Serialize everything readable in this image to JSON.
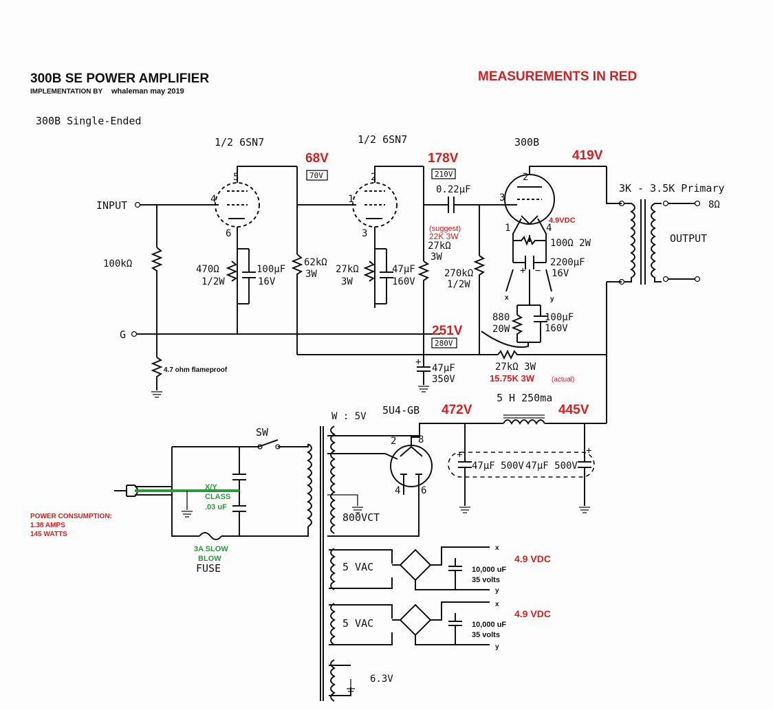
{
  "header": {
    "title": "300B SE POWER AMPLIFIER",
    "implementation_prefix": "IMPLEMENTATION BY",
    "implementation_author": "whaleman may 2019",
    "measurements_note": "MEASUREMENTS IN RED",
    "schematic_title": "300B Single-Ended"
  },
  "tubes": {
    "v1_label": "1/2 6SN7",
    "v2_label": "1/2 6SN7",
    "v3_label": "300B",
    "rect_label": "5U4-GB",
    "v1_pins": [
      "5",
      "4",
      "6"
    ],
    "v2_pins": [
      "2",
      "1",
      "3"
    ],
    "v3_pins": [
      "2",
      "3",
      "1",
      "4"
    ],
    "rect_pins": [
      "2",
      "8",
      "4",
      "6"
    ]
  },
  "io": {
    "input": "INPUT",
    "ground": "G",
    "output": "OUTPUT",
    "output_impedance": "8Ω",
    "transformer": "3K - 3.5K Primary"
  },
  "components": {
    "r_input": "100kΩ",
    "r_input_ground": "4.7 ohm flameproof",
    "r_cathode1_value": "470Ω",
    "r_cathode1_rating": "1/2W",
    "c_cathode1_value": "100μF",
    "c_cathode1_rating": "16V",
    "r_plate1_value": "62kΩ",
    "r_plate1_rating": "3W",
    "r_cathode2_value": "27kΩ",
    "r_cathode2_rating": "3W",
    "c_cathode2_value": "47μF",
    "c_cathode2_rating": "160V",
    "c_coupling": "0.22μF",
    "r_plate2_suggest": "(suggest)",
    "r_plate2_suggest_value": "22K 3W",
    "r_plate2_value": "27kΩ",
    "r_plate2_rating": "3W",
    "r_grid_value": "270kΩ",
    "r_grid_rating": "1/2W",
    "r_hum_value": "100Ω 2W",
    "c_filament_value": "2200μF",
    "c_filament_rating": "16V",
    "filament_x": "x",
    "filament_y": "y",
    "r_cathode3_value": "880",
    "r_cathode3_rating": "20W",
    "c_cathode3_value": "100μF",
    "c_cathode3_rating": "160V",
    "c_decouple_value": "47μF",
    "c_decouple_rating": "350V",
    "r_drop_value": "27kΩ 3W",
    "r_drop_actual": "15.75K 3W",
    "r_drop_actual_note": "(actual)",
    "choke": "5 H 250ma",
    "c_filter1": "47μF 500V",
    "c_filter2": "47μF 500V",
    "xy_class_line1": "X/Y",
    "xy_class_line2": "CLASS",
    "xy_class_line3": ".03 uF",
    "switch": "SW",
    "fuse_rating_line1": "3A SLOW",
    "fuse_rating_line2": "BLOW",
    "fuse": "FUSE",
    "winding_5v": "W : 5V",
    "winding_hv": "800VCT",
    "winding_5vac_1": "5 VAC",
    "winding_5vac_2": "5 VAC",
    "winding_63v": "6.3V",
    "c_rect1_value": "10,000 uF",
    "c_rect1_rating": "35 volts",
    "c_rect2_value": "10,000 uF",
    "c_rect2_rating": "35 volts",
    "rect1_x": "x",
    "rect1_y": "y",
    "rect2_x": "x",
    "rect2_y": "y",
    "plus": "+",
    "minus": "−"
  },
  "original_voltages": {
    "v1_plate": "70V",
    "v2_plate": "210V",
    "b_plus_mid": "280V"
  },
  "measurements": {
    "v1_plate": "68V",
    "v2_plate": "178V",
    "v3_plate": "419V",
    "filament": "4.9VDC",
    "b_plus_mid": "251V",
    "rect_out": "472V",
    "choke_out": "445V",
    "dc_supply_1": "4.9 VDC",
    "dc_supply_2": "4.9 VDC"
  },
  "power": {
    "heading": "POWER CONSUMPTION:",
    "amps": "1.38 AMPS",
    "watts": "145 WATTS"
  },
  "colors": {
    "measurement_red": "#d42020",
    "annotation_green": "#2a9a3a",
    "ink": "#111111"
  }
}
